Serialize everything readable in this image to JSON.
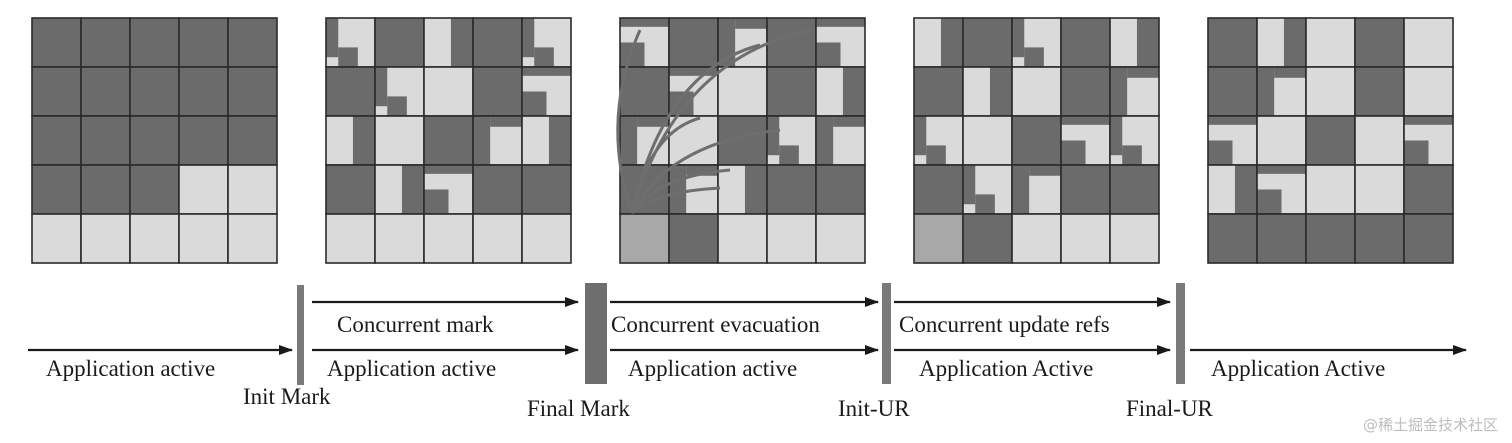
{
  "colors": {
    "dark": "#6b6b6b",
    "light": "#dadada",
    "medium": "#a8a8a8",
    "border": "#2a2a2a",
    "arrow": "#1a1a1a",
    "phase_bar": "#7a7a7a",
    "ref_line": "#6e6e6e"
  },
  "labels": {
    "app_active_1": "Application active",
    "app_active_2": "Application active",
    "app_active_3": "Application active",
    "app_active_4": "Application Active",
    "app_active_5": "Application Active",
    "concurrent_mark": "Concurrent mark",
    "concurrent_evacuation": "Concurrent evacuation",
    "concurrent_update_refs": "Concurrent update refs",
    "init_mark": "Init Mark",
    "final_mark": "Final Mark",
    "init_ur": "Init-UR",
    "final_ur": "Final-UR"
  },
  "watermark": "@稀土掘金技术社区",
  "heaps": [
    {
      "id": "heap-1",
      "rows": [
        [
          "d",
          "d",
          "d",
          "d",
          "d"
        ],
        [
          "d",
          "d",
          "d",
          "d",
          "d"
        ],
        [
          "d",
          "d",
          "d",
          "d",
          "d"
        ],
        [
          "d",
          "d",
          "d",
          "l",
          "l"
        ],
        [
          "l",
          "l",
          "l",
          "l",
          "l"
        ]
      ]
    },
    {
      "id": "heap-2",
      "rows": [
        [
          "m",
          "d",
          "m",
          "d",
          "m"
        ],
        [
          "d",
          "m",
          "l",
          "d",
          "m"
        ],
        [
          "m",
          "l",
          "d",
          "m",
          "m"
        ],
        [
          "d",
          "m",
          "m",
          "d",
          "d"
        ],
        [
          "l",
          "l",
          "l",
          "l",
          "l"
        ]
      ]
    },
    {
      "id": "heap-3",
      "rows": [
        [
          "m",
          "d",
          "m",
          "d",
          "m"
        ],
        [
          "d",
          "m",
          "l",
          "d",
          "m"
        ],
        [
          "m",
          "l",
          "d",
          "m",
          "m"
        ],
        [
          "d",
          "m",
          "m",
          "d",
          "d"
        ],
        [
          "g",
          "d",
          "l",
          "l",
          "l"
        ]
      ]
    },
    {
      "id": "heap-4",
      "rows": [
        [
          "m",
          "d",
          "m",
          "d",
          "m"
        ],
        [
          "d",
          "m",
          "l",
          "d",
          "m"
        ],
        [
          "m",
          "l",
          "d",
          "m",
          "m"
        ],
        [
          "d",
          "m",
          "m",
          "d",
          "d"
        ],
        [
          "g",
          "d",
          "l",
          "l",
          "l"
        ]
      ]
    },
    {
      "id": "heap-5",
      "rows": [
        [
          "d",
          "m",
          "l",
          "d",
          "l"
        ],
        [
          "d",
          "m",
          "l",
          "d",
          "l"
        ],
        [
          "m",
          "l",
          "d",
          "l",
          "m"
        ],
        [
          "m",
          "m",
          "l",
          "l",
          "d"
        ],
        [
          "d",
          "d",
          "d",
          "d",
          "d"
        ]
      ]
    }
  ]
}
